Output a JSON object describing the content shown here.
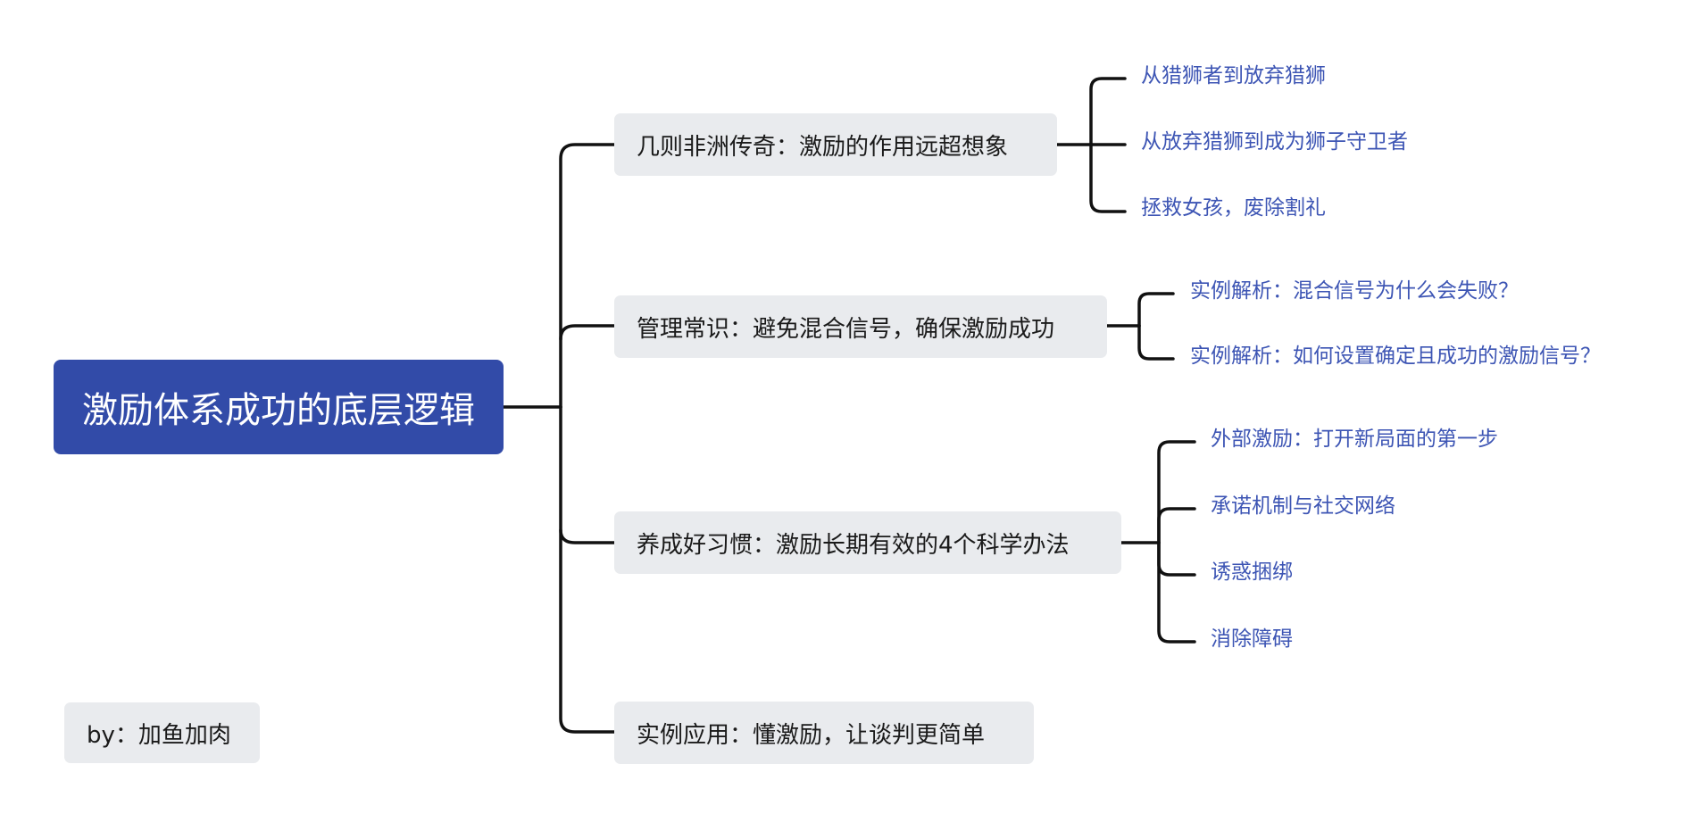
{
  "mindmap": {
    "root": "激励体系成功的底层逻辑",
    "branches": [
      {
        "title": "几则非洲传奇：激励的作用远超想象",
        "children": [
          "从猎狮者到放弃猎狮",
          "从放弃猎狮到成为狮子守卫者",
          "拯救女孩，废除割礼"
        ]
      },
      {
        "title": "管理常识：避免混合信号，确保激励成功",
        "children": [
          "实例解析：混合信号为什么会失败？",
          "实例解析：如何设置确定且成功的激励信号？"
        ]
      },
      {
        "title": "养成好习惯：激励长期有效的4个科学办法",
        "children": [
          "外部激励：打开新局面的第一步",
          "承诺机制与社交网络",
          "诱惑捆绑",
          "消除障碍"
        ]
      },
      {
        "title": "实例应用：懂激励，让谈判更简单",
        "children": []
      }
    ],
    "author": "by：加鱼加肉"
  },
  "colors": {
    "root_bg": "#324ba8",
    "branch_bg": "#e9ebee",
    "leaf_text": "#3d55b4",
    "connector": "#111111"
  }
}
